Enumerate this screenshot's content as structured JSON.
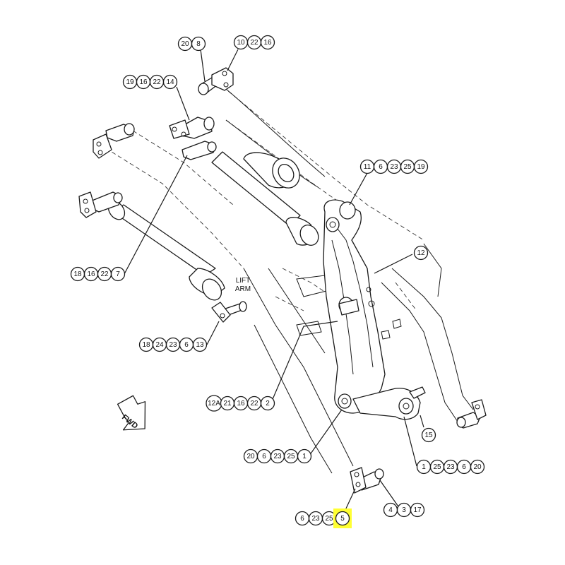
{
  "callouts": [
    {
      "id": "c1",
      "labels": [
        "20",
        "8"
      ]
    },
    {
      "id": "c2",
      "labels": [
        "10",
        "22",
        "16"
      ]
    },
    {
      "id": "c3",
      "labels": [
        "19",
        "16",
        "22",
        "14"
      ]
    },
    {
      "id": "c4",
      "labels": [
        "11",
        "6",
        "23",
        "25",
        "19"
      ]
    },
    {
      "id": "c5",
      "labels": [
        "12"
      ]
    },
    {
      "id": "c6",
      "labels": [
        "18",
        "16",
        "22",
        "7"
      ]
    },
    {
      "id": "c7",
      "labels": [
        "18",
        "24",
        "23",
        "6",
        "13"
      ]
    },
    {
      "id": "c8",
      "labels": [
        "12A",
        "21",
        "16",
        "22",
        "2"
      ]
    },
    {
      "id": "c9",
      "labels": [
        "15"
      ]
    },
    {
      "id": "c10",
      "labels": [
        "20",
        "6",
        "23",
        "25",
        "1"
      ]
    },
    {
      "id": "c11",
      "labels": [
        "1",
        "25",
        "23",
        "6",
        "20"
      ]
    },
    {
      "id": "c12",
      "labels": [
        "4",
        "3",
        "17"
      ]
    },
    {
      "id": "c13",
      "labels": [
        "6",
        "23",
        "25",
        "5"
      ]
    }
  ],
  "highlight": {
    "callout": "c13",
    "label": "5",
    "color": "#ffff33"
  },
  "lift_arm_label": [
    "LIFT",
    "ARM"
  ],
  "fwd_label": "FWD"
}
